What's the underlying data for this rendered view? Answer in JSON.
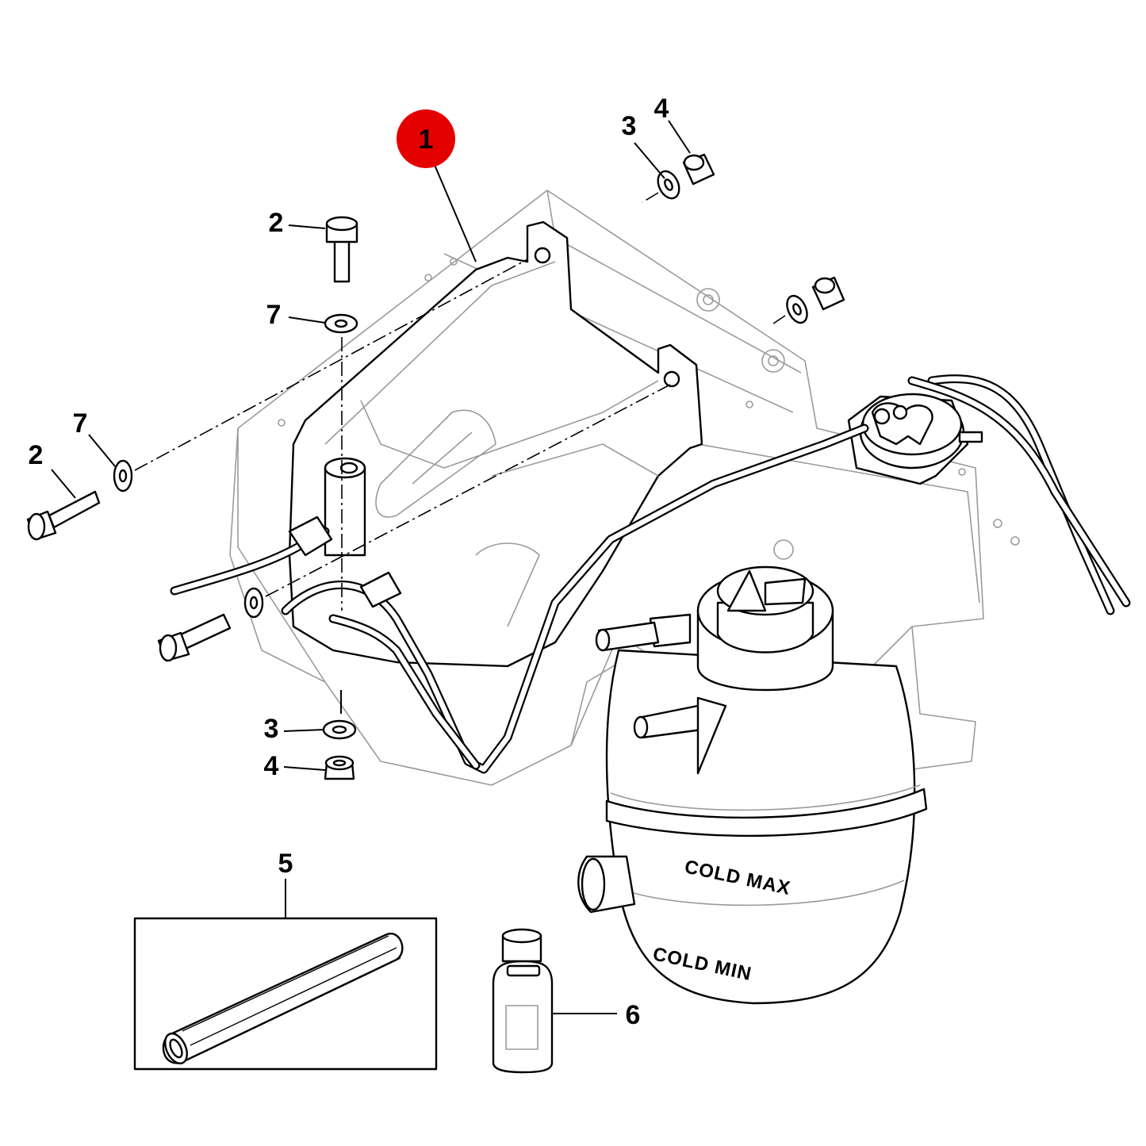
{
  "callouts": {
    "c1": "1",
    "c2_top": "2",
    "c2_left": "2",
    "c3_top": "3",
    "c3_bottom": "3",
    "c4_top": "4",
    "c4_bottom": "4",
    "c5": "5",
    "c6": "6",
    "c7_top": "7",
    "c7_left": "7"
  },
  "reservoir_labels": {
    "max": "COLD MAX",
    "min": "COLD MIN"
  },
  "colors": {
    "highlight": "#e50000",
    "line": "#000000",
    "ghost": "#9a9a9a"
  }
}
